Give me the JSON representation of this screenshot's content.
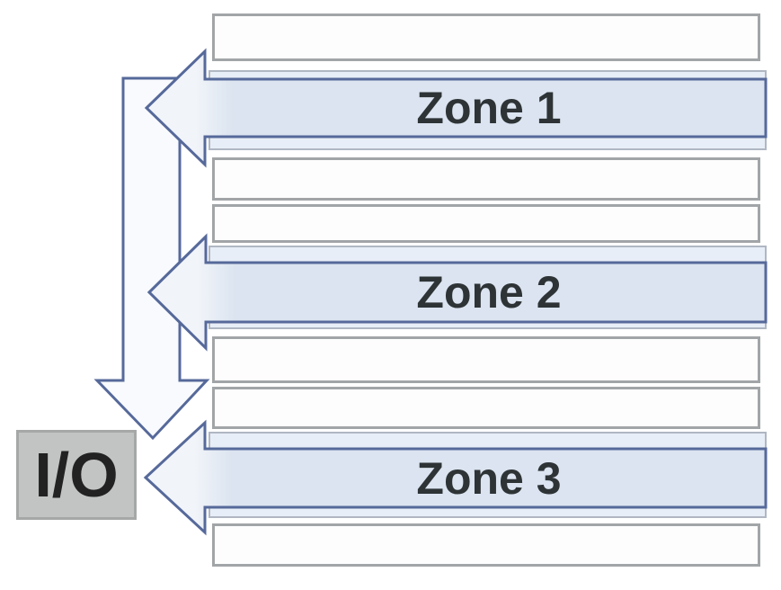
{
  "diagram": {
    "zones": [
      {
        "label": "Zone 1"
      },
      {
        "label": "Zone 2"
      },
      {
        "label": "Zone 3"
      }
    ],
    "io": {
      "label": "I/O"
    },
    "colors": {
      "zone-border": "#56699a",
      "zone-fill": "#dbe4f0",
      "zone-fill-light": "#f1f4f9",
      "band-fill": "#e8eef7",
      "band-border": "#b0b7c3",
      "row-fill": "#fdfdfd",
      "row-border": "#a2a5a7",
      "arrow-fill": "#f8fafd",
      "io-fill": "#c2c4c3",
      "io-border": "#a5a8a7",
      "io-text": "#222222",
      "label-text": "#2e3336"
    }
  }
}
